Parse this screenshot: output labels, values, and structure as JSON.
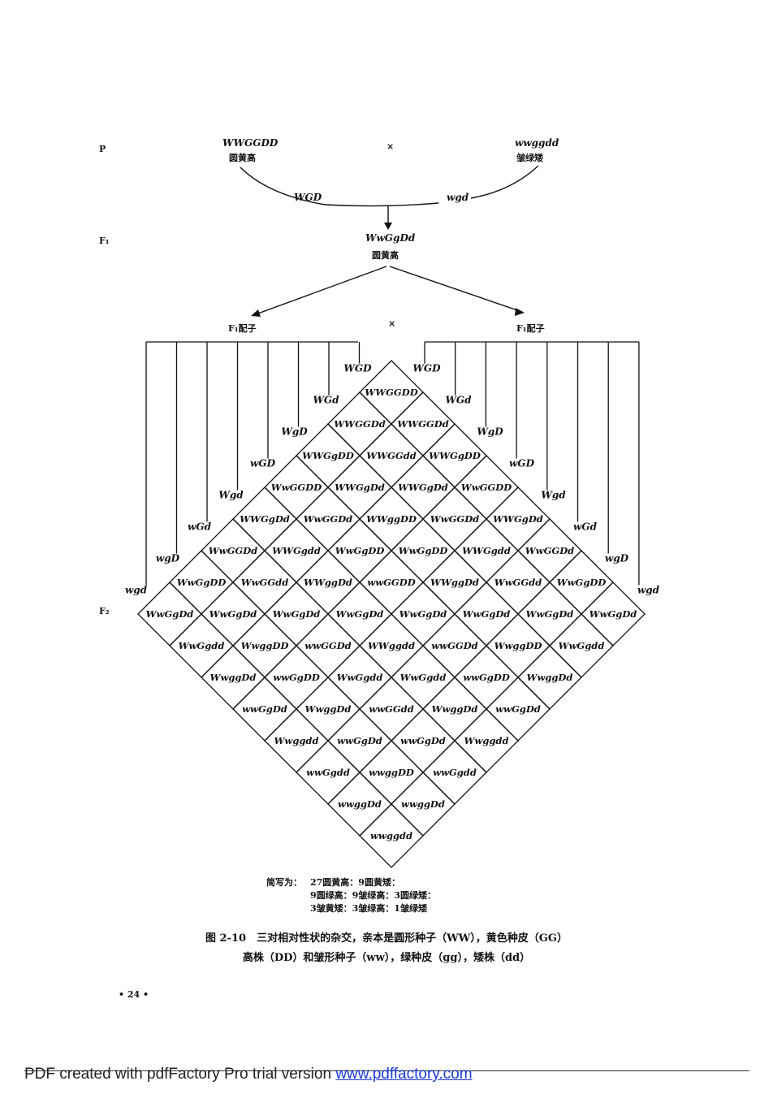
{
  "parents": {
    "generation_label": "P",
    "left_genotype": "WWGGDD",
    "left_phenotype": "圆黄高",
    "cross_symbol": "×",
    "right_genotype": "wwggdd",
    "right_phenotype": "皱绿矮",
    "left_gamete": "WGD",
    "right_gamete": "wgd"
  },
  "f1": {
    "generation_label": "F₁",
    "genotype": "WwGgDd",
    "phenotype": "圆黄高",
    "gamete_label_left": "F₁配子",
    "gamete_label_right": "F₁配子",
    "cross_symbol": "×"
  },
  "f2_label": "F₂",
  "gametes": [
    "WGD",
    "WGd",
    "WgD",
    "wGD",
    "Wgd",
    "wGd",
    "wgD",
    "wgd"
  ],
  "grid_rows": [
    [
      "WWGGDD"
    ],
    [
      "WWGGDd",
      "WWGGDd"
    ],
    [
      "WWGgDD",
      "WWGGdd",
      "WWGgDD"
    ],
    [
      "WwGGDD",
      "WWGgDd",
      "WWGgDd",
      "WwGGDD"
    ],
    [
      "WWGgDd",
      "WwGGDd",
      "WWggDD",
      "WwGGDd",
      "WWGgDd"
    ],
    [
      "WwGGDd",
      "WWGgdd",
      "WwGgDD",
      "WwGgDD",
      "WWGgdd",
      "WwGGDd"
    ],
    [
      "WwGgDD",
      "WwGGdd",
      "WWggDd",
      "wwGGDD",
      "WWggDd",
      "WwGGdd",
      "WwGgDD"
    ],
    [
      "WwGgDd",
      "WwGgDd",
      "WwGgDd",
      "WwGgDd",
      "WwGgDd",
      "WwGgDd",
      "WwGgDd",
      "WwGgDd"
    ],
    [
      "WwGgdd",
      "WwggDD",
      "wwGGDd",
      "WWggdd",
      "wwGGDd",
      "WwggDD",
      "WwGgdd"
    ],
    [
      "WwggDd",
      "wwGgDD",
      "WwGgdd",
      "WwGgdd",
      "wwGgDD",
      "WwggDd"
    ],
    [
      "wwGgDd",
      "WwggDd",
      "wwGGdd",
      "WwggDd",
      "wwGgDd"
    ],
    [
      "Wwggdd",
      "wwGgDd",
      "wwGgDd",
      "Wwggdd"
    ],
    [
      "wwGgdd",
      "wwggDD",
      "wwGgdd"
    ],
    [
      "wwggDd",
      "wwggDd"
    ],
    [
      "wwggdd"
    ]
  ],
  "summary": {
    "prefix": "简写为：",
    "line1": "27圆黄高：9圆黄矮：",
    "line2": "9圆绿高：9皱绿高：3圆绿矮：",
    "line3": "3皱黄矮：3皱绿高：1皱绿矮"
  },
  "caption": {
    "line1": "图 2-10　三对相对性状的杂交，亲本是圆形种子（WW），黄色种皮（GG）",
    "line2": "高株（DD）和皱形种子（ww），绿种皮（gg），矮株（dd）"
  },
  "page_number": "• 24 •",
  "footer": {
    "text": "PDF created with pdfFactory Pro trial version ",
    "link": "www.pdffactory.com"
  }
}
